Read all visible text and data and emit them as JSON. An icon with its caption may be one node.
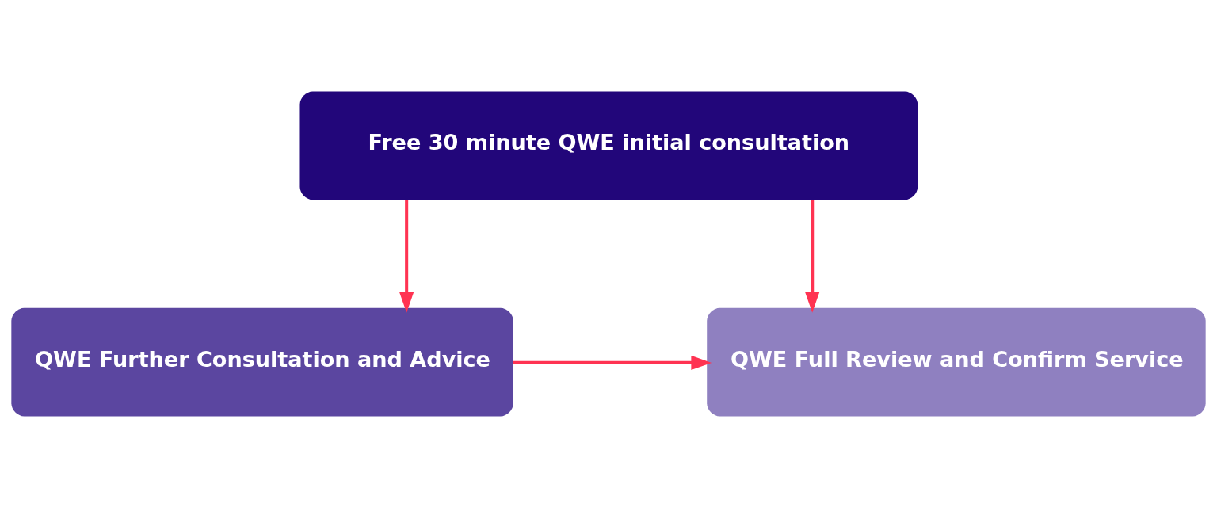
{
  "diagram": {
    "nodes": [
      {
        "text": [
          "Free 30 minute QWE initial consultation"
        ]
      },
      {
        "text": [
          "QWE Further Consultation and Advice"
        ]
      },
      {
        "text": [
          "QWE Full Review and Confirm Service"
        ]
      }
    ],
    "edges": [
      {
        "from": 0,
        "to": 1,
        "arrow": "to"
      },
      {
        "from": 0,
        "to": 2,
        "arrow": "to"
      },
      {
        "from": 1,
        "to": 2,
        "arrow": "to"
      }
    ]
  }
}
